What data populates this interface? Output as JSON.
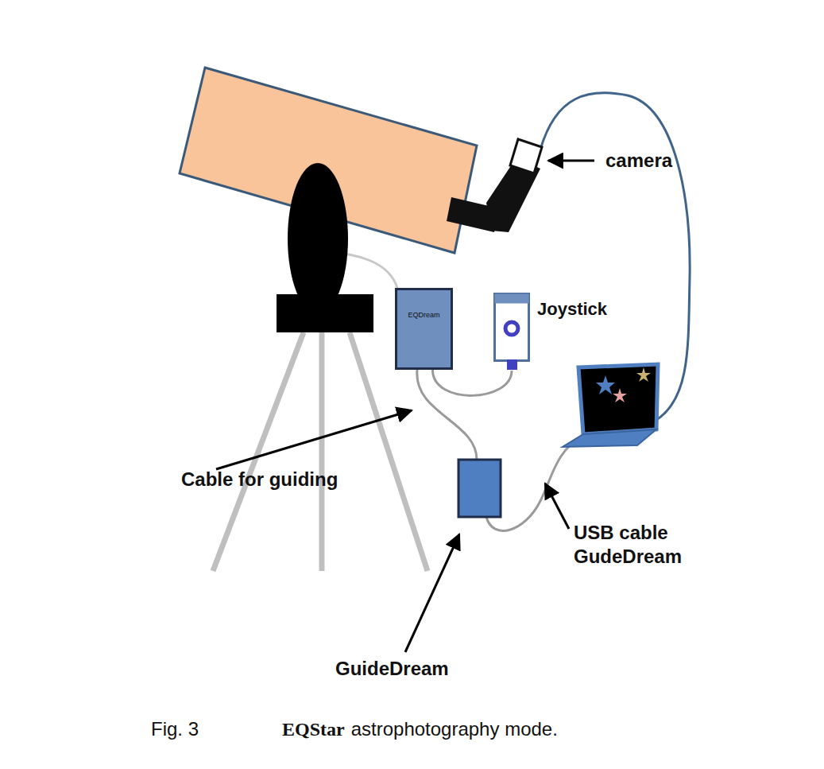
{
  "diagram": {
    "nodes": [
      {
        "text": [
          "EQDream"
        ]
      },
      {
        "text": [
          "Joystick"
        ]
      }
    ],
    "edges": [
      {
        "from": 0,
        "to": 1,
        "arrow": "none"
      }
    ],
    "labels": [
      "camera",
      "Cable for guiding",
      "USB cable GudeDream",
      "GuideDream",
      "Fig. 3",
      "EQStar",
      "astrophotography mode."
    ]
  }
}
